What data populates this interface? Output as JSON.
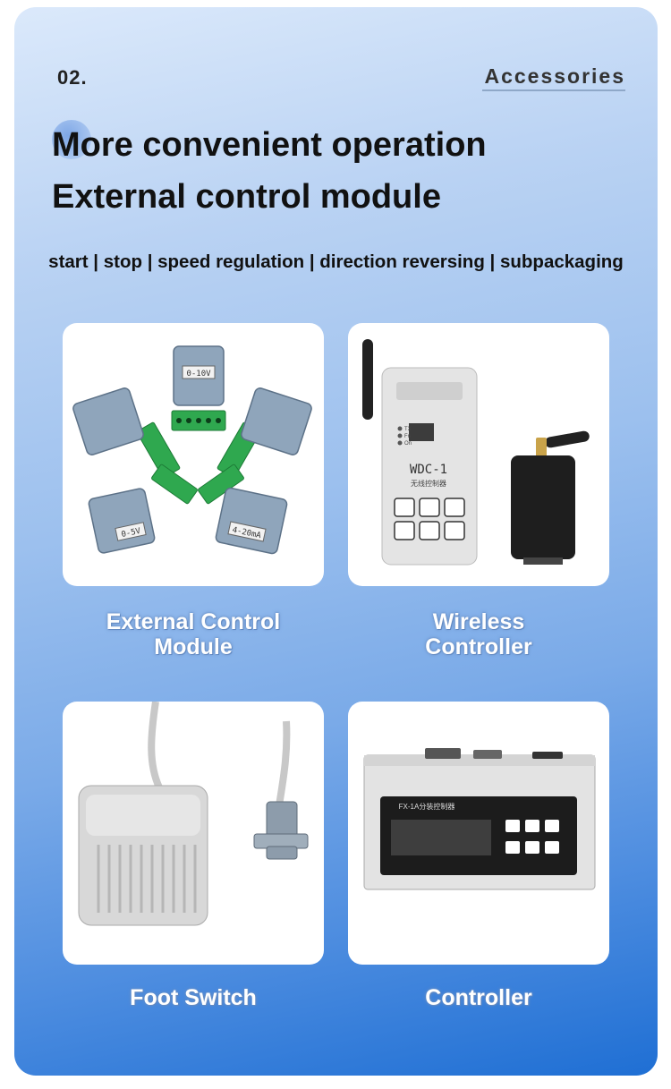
{
  "header": {
    "number": "02.",
    "section": "Accessories"
  },
  "title": {
    "line1": "More convenient operation",
    "line2": "External control module"
  },
  "features": "start | stop | speed regulation | direction reversing | subpackaging",
  "products": [
    {
      "label_line1": "External Control",
      "label_line2": "Module",
      "icon": "connector-module-icon",
      "connector_labels": [
        "0-10V",
        "0-5V",
        "4-20mA"
      ]
    },
    {
      "label_line1": "Wireless",
      "label_line2": "Controller",
      "icon": "wireless-remote-icon",
      "device_name": "WDC-1",
      "device_subtitle": "无线控制器",
      "indicators": [
        "TX",
        "Fn",
        "On"
      ]
    },
    {
      "label_line1": "Foot Switch",
      "label_line2": "",
      "icon": "foot-pedal-icon"
    },
    {
      "label_line1": "Controller",
      "label_line2": "",
      "icon": "controller-box-icon",
      "panel_text": "FX-1A分装控制器"
    }
  ],
  "colors": {
    "gradient_top": "#dbe9fb",
    "gradient_bottom": "#1f6fd4",
    "connector_green": "#2fa84f",
    "connector_gray": "#8fa5bb"
  }
}
